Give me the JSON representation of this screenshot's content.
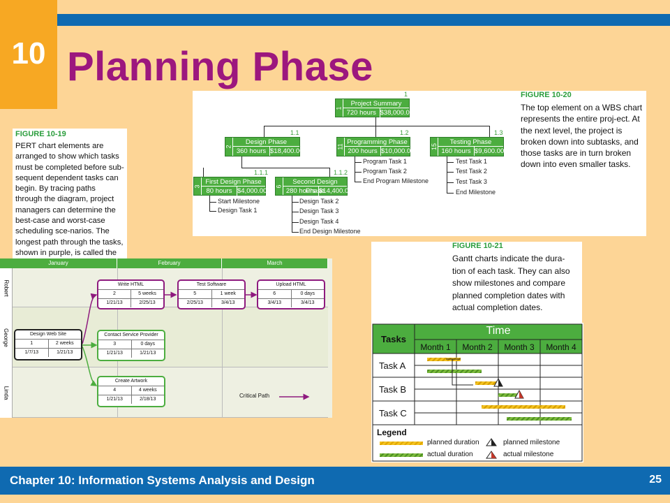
{
  "slide": {
    "chapter_number": "10",
    "title": "Planning Phase",
    "footer": "Chapter 10: Information Systems Analysis and Design",
    "page_number": "25",
    "colors": {
      "blue": "#0f6ab1",
      "orange": "#f7a823",
      "background": "#fdd596",
      "title": "#9c177e",
      "green": "#4cad3f",
      "critical": "#8e1a7e"
    }
  },
  "wbs": {
    "figure_label": "FIGURE 10-20",
    "caption": "The top element on a WBS chart represents the entire proj-ect. At the next level, the project is broken down into subtasks, and those tasks are in turn broken down into even smaller tasks.",
    "root": {
      "code": "1",
      "id": "1",
      "name": "Project Summary",
      "hours": "720 hours",
      "cost": "$38,000.00"
    },
    "phases": [
      {
        "code": "1.1",
        "id": "2",
        "name": "Design Phase",
        "hours": "360 hours",
        "cost": "$18,400.00"
      },
      {
        "code": "1.2",
        "id": "11",
        "name": "Programming Phase",
        "hours": "200 hours",
        "cost": "$10,000.00",
        "tasks": [
          "Program Task 1",
          "Program Task 2",
          "End Program Milestone"
        ]
      },
      {
        "code": "1.3",
        "id": "15",
        "name": "Testing Phase",
        "hours": "160 hours",
        "cost": "$9,600.00",
        "tasks": [
          "Test Task 1",
          "Test Task 2",
          "Test Task 3",
          "End Milestone"
        ]
      }
    ],
    "subphases": [
      {
        "code": "1.1.1",
        "id": "3",
        "name": "First Design Phase",
        "hours": "80 hours",
        "cost": "$4,000.00",
        "tasks": [
          "Start Milestone",
          "Design Task 1"
        ]
      },
      {
        "code": "1.1.2",
        "id": "6",
        "name": "Second Design Phase",
        "hours": "280 hours",
        "cost": "$14,400.00",
        "tasks": [
          "Design Task 2",
          "Design Task 3",
          "Design Task 4",
          "End Design Milestone"
        ]
      }
    ]
  },
  "pert": {
    "figure_label": "FIGURE 10-19",
    "caption": "PERT chart elements are arranged to show which tasks must be completed before sub-sequent dependent tasks can begin. By tracing paths through the diagram, project managers can determine the best-case and worst-case scheduling sce-narios. The longest path through the tasks, shown in purple, is called the critical path.",
    "months": [
      "January",
      "February",
      "March"
    ],
    "people": [
      "Robert",
      "George",
      "Linda"
    ],
    "nodes": {
      "web": {
        "title": "Design Web Site",
        "id": "1",
        "duration": "2 weeks",
        "start": "1/7/13",
        "end": "1/21/13"
      },
      "html": {
        "title": "Write HTML",
        "id": "2",
        "duration": "5 weeks",
        "start": "1/21/13",
        "end": "2/25/13"
      },
      "test": {
        "title": "Test Software",
        "id": "5",
        "duration": "1 week",
        "start": "2/25/13",
        "end": "3/4/13"
      },
      "upload": {
        "title": "Upload HTML",
        "id": "6",
        "duration": "0 days",
        "start": "3/4/13",
        "end": "3/4/13"
      },
      "contact": {
        "title": "Contact Service Provider",
        "id": "3",
        "duration": "0 days",
        "start": "1/21/13",
        "end": "1/21/13"
      },
      "art": {
        "title": "Create Artwork",
        "id": "4",
        "duration": "4 weeks",
        "start": "1/21/13",
        "end": "2/18/13"
      }
    },
    "critical_path_label": "Critical Path"
  },
  "gantt": {
    "figure_label": "FIGURE 10-21",
    "caption": "Gantt charts indicate the dura-tion of each task. They can also show milestones and compare planned completion dates with actual completion dates.",
    "tasks_header": "Tasks",
    "time_header": "Time",
    "months": [
      "Month 1",
      "Month 2",
      "Month 3",
      "Month 4"
    ],
    "tasks": [
      "Task A",
      "Task B",
      "Task C"
    ],
    "legend_title": "Legend",
    "legend": [
      "planned duration",
      "planned milestone",
      "actual duration",
      "actual milestone"
    ],
    "bars": [
      {
        "task": "Task A",
        "kind": "planned",
        "start": 0.3,
        "end": 1.1
      },
      {
        "task": "Task A",
        "kind": "actual",
        "start": 0.3,
        "end": 1.6
      },
      {
        "task": "Task B",
        "kind": "planned",
        "start": 1.45,
        "end": 2.0,
        "milestone": 2.0
      },
      {
        "task": "Task B",
        "kind": "actual",
        "start": 2.0,
        "end": 2.5,
        "milestone": 2.5
      },
      {
        "task": "Task C",
        "kind": "planned",
        "start": 1.6,
        "end": 3.6
      },
      {
        "task": "Task C",
        "kind": "actual",
        "start": 2.2,
        "end": 3.75
      }
    ]
  }
}
